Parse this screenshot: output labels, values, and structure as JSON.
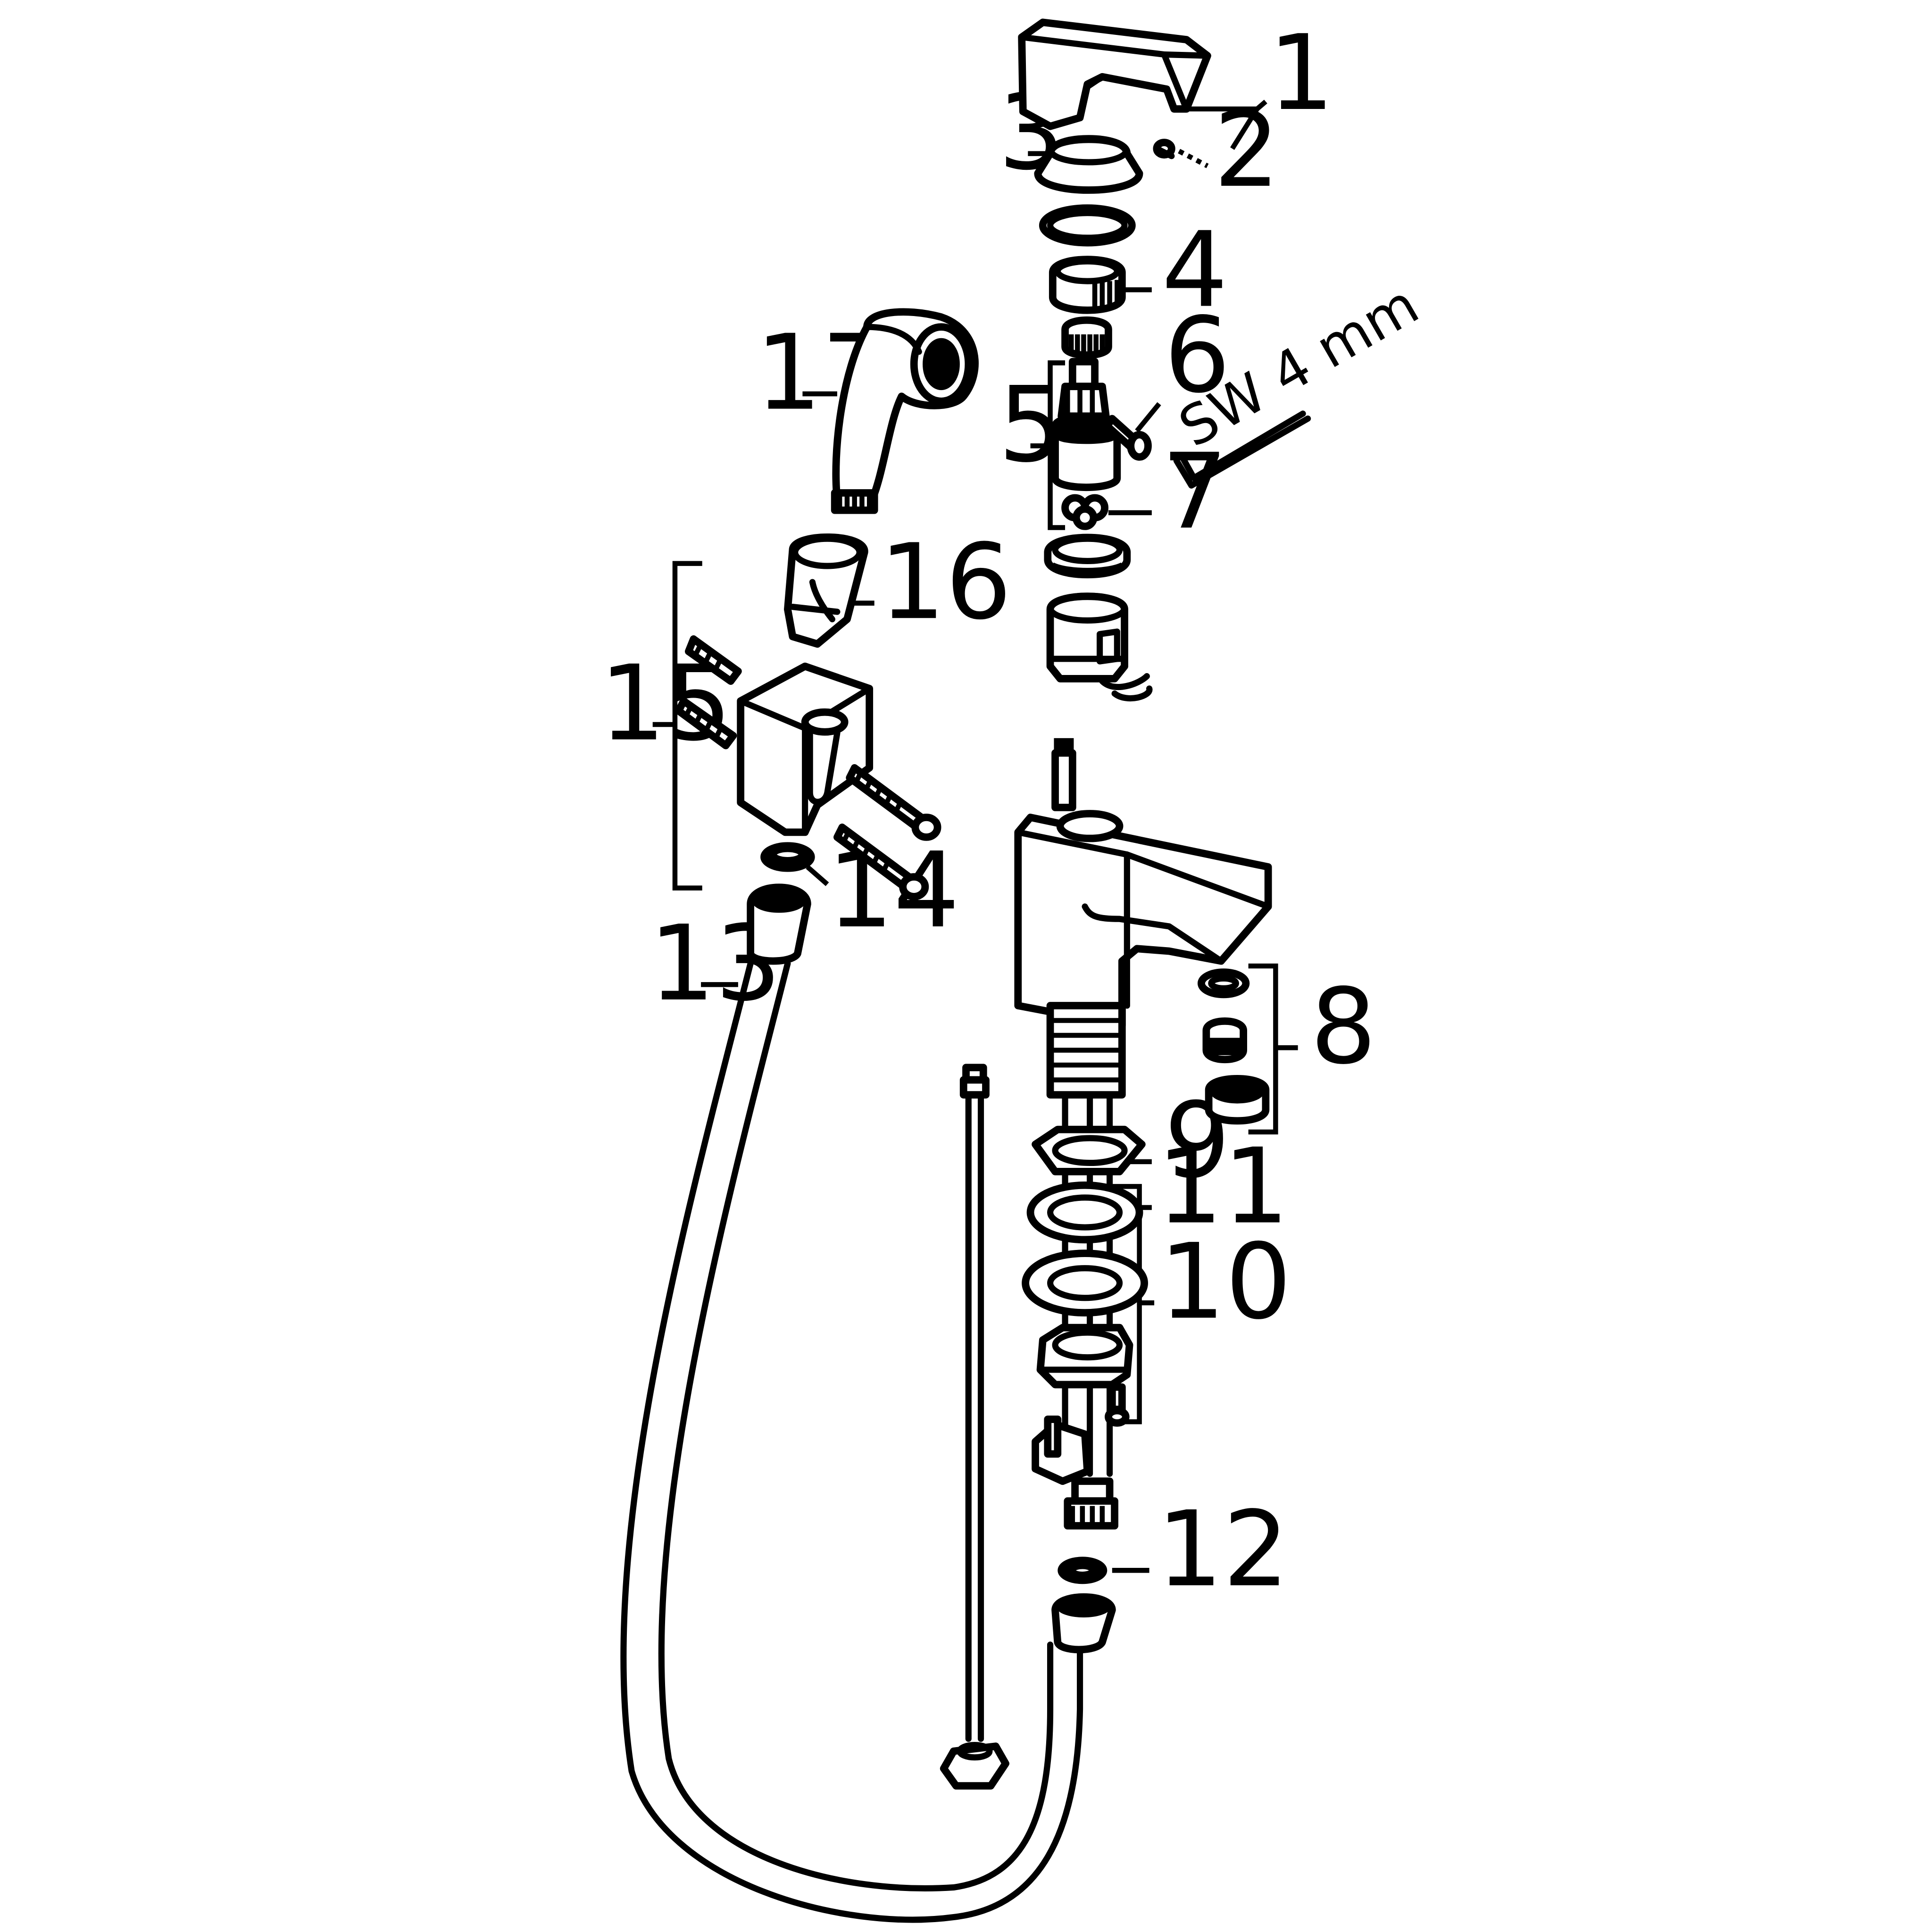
{
  "diagram": {
    "callouts": [
      "1",
      "2",
      "3",
      "4",
      "5",
      "6",
      "7",
      "8",
      "9",
      "10",
      "11",
      "12",
      "13",
      "14",
      "15",
      "16",
      "17"
    ],
    "tool_label": "SW 4 mm"
  },
  "colors": {
    "line": "#000000",
    "background": "#ffffff"
  }
}
